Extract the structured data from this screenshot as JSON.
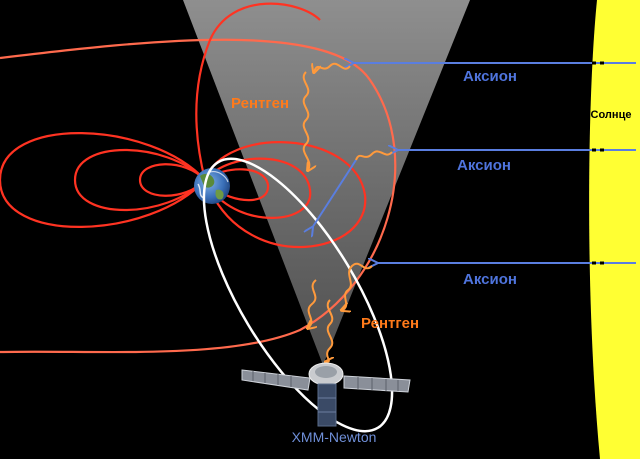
{
  "labels": {
    "sun": "Солнце",
    "axion_1": "Аксион",
    "axion_2": "Аксион",
    "axion_3": "Аксион",
    "xray_1": "Рентген",
    "xray_2": "Рентген",
    "satellite": "XMM-Newton"
  },
  "colors": {
    "background": "#000000",
    "sun": "#ffff33",
    "field_lines": "#ff3322",
    "bow_shock": "#ff6a4d",
    "axion": "#5a7ee0",
    "xray": "#ff9a3c",
    "xray_label": "#ff7a1a",
    "orbit": "#ffffff",
    "cone": "#8a8a8a",
    "satellite_label": "#6f8fd8"
  },
  "icons": {
    "earth": "earth-icon",
    "satellite": "satellite-icon"
  }
}
